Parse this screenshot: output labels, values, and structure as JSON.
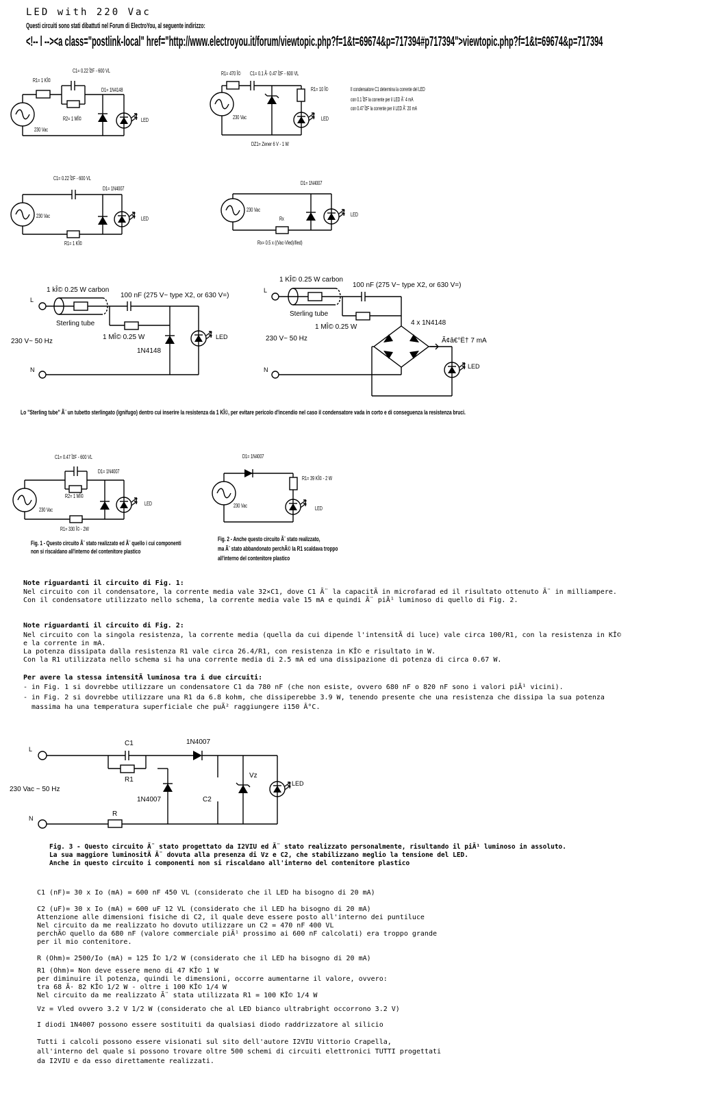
{
  "header": {
    "title": "LED with 220 Vac",
    "intro": "Questi circuiti sono stati dibattuti nel Forum di ElectroYou, al seguente indirizzo:",
    "link": "<!-- l --><a class=\"postlink-local\" href=\"http://www.electroyou.it/forum/viewtopic.php?f=1&t=69674&p=717394#p717394\">viewtopic.php?f=1&t=69674&p=717394"
  },
  "circuit1": {
    "c1": "C1= 0.22 ÎžF - 600 VL",
    "r1": "R1= 1 KÎ©",
    "d1": "D1= 1N4148",
    "r2": "R2= 1 MÎ©",
    "src": "230 Vac",
    "led": "LED"
  },
  "circuit2": {
    "r1": "R1= 470 Î©",
    "c1": "C1= 0.1 Ã· 0.47 ÎžF - 600 VL",
    "r1b": "R1= 10 Î©",
    "src": "230 Vac",
    "led": "LED",
    "dz": "DZ1= Zener 6 V - 1 W",
    "note1": "Il condensatore C1 determina la corrente del LED",
    "note2": "con 0.1 ÎžF la corrente per il LED Ã¨ 4 mA",
    "note3": "con 0.47 ÎžF la corrente per il LED Ã¨ 20 mA"
  },
  "circuit3": {
    "c1": "C1= 0.22 ÎžF - 600 VL",
    "d1": "D1= 1N4007",
    "src": "230 Vac",
    "led": "LED",
    "r1": "R1= 1 KÎ©"
  },
  "circuit4": {
    "d1": "D1= 1N4007",
    "src": "230 Vac",
    "rx": "Rx",
    "led": "LED",
    "formula": "Rx= 0.5 x ((Vac-Vled)/Iled)"
  },
  "circuit5": {
    "r": "1 kÎ©  0.25 W carbon",
    "c": "100 nF (275 V~ type X2, or 630 V=)",
    "L": "L",
    "tube": "Sterling tube",
    "src": "230 V~ 50 Hz",
    "rbig": "1 MÎ©  0.25 W",
    "d": "1N4148",
    "led": "LED",
    "N": "N"
  },
  "circuit6": {
    "r": "1 KÎ©  0.25 W carbon",
    "c": "100 nF (275 V~ type X2, or 630 V=)",
    "L": "L",
    "tube": "Sterling tube",
    "rbig": "1 MÎ©  0.25 W",
    "src": "230 V~ 50 Hz",
    "bridge": "4 x 1N4148",
    "current": "Ã¢â€°Ë† 7 mA",
    "led": "LED",
    "N": "N"
  },
  "sterling_note": "Lo \"Sterling tube\" Ã¨ un tubetto sterlingato (ignifugo) dentro cui inserire la resistenza da 1 KÎ©, per evitare pericolo d'incendio nel caso il condensatore vada in corto e di conseguenza la resistenza bruci.",
  "fig1": {
    "c1": "C1= 0.47 ÎžF - 600 VL",
    "d1": "D1= 1N4007",
    "r2": "R2= 1 MÎ©",
    "src": "230 Vac",
    "led": "LED",
    "r1": "R1= 330 Î© - 2W",
    "cap1": "Fig. 1 - Questo circuito Ã¨ stato realizzato ed Ã¨ quello i cui componenti",
    "cap2": "non si riscaldano all'interno del contenitore plastico"
  },
  "fig2": {
    "d1": "D1= 1N4007",
    "r1": "R1= 39 KÎ© - 2 W",
    "src": "230 Vac",
    "led": "LED",
    "cap1": "Fig. 2 - Anche questo circuito Ã¨ stato realizzato,",
    "cap2": "ma Ã¨ stato abbandonato perchÃ© la R1 scaldava troppo",
    "cap3": "all'interno del contenitore plastico"
  },
  "notes1": {
    "title": "Note riguardanti il circuito di Fig. 1:",
    "l1": "Nel circuito con il condensatore, la corrente media vale 32×C1, dove C1 Ã¨ la capacitÃ  in microfarad ed il risultato ottenuto Ã¨ in milliampere.",
    "l2": "Con il condensatore utilizzato nello schema, la corrente media vale 15 mA e quindi Ã¨ piÃ¹ luminoso di quello di Fig. 2."
  },
  "notes2": {
    "title": "Note riguardanti il circuito di Fig. 2:",
    "l1": "Nel circuito con la singola resistenza,  la corrente media (quella da cui dipende l'intensitÃ  di luce) vale circa 100/R1, con la resistenza in KÎ©",
    "l2": "e la corrente in mA.",
    "l3": "La potenza dissipata dalla resistenza R1 vale circa 26.4/R1, con resistenza in KÎ© e risultato in W.",
    "l4": "Con la R1 utilizzata nello schema si ha una corrente media di 2.5 mA ed una dissipazione di potenza di circa 0.67 W."
  },
  "notes3": {
    "title": "Per avere la stessa intensitÃ  luminosa tra i due circuiti:",
    "l1": "- in Fig. 1 si dovrebbe utilizzare un condensatore C1 da 780 nF (che non esiste, ovvero 680 nF o 820 nF sono i valori piÃ¹ vicini).",
    "l2": "- in Fig. 2 si dovrebbe utilizzare una R1 da 6.8 kohm, che dissiperebbe 3.9 W, tenendo presente che una resistenza che dissipa la sua potenza",
    "l3": "  massima ha una temperatura superficiale che puÃ² raggiungere i150 Â°C."
  },
  "fig3": {
    "c1": "C1",
    "d": "1N4007",
    "L": "L",
    "r1": "R1",
    "vz": "Vz",
    "led": "LED",
    "src": "230 Vac ~ 50 Hz",
    "d2": "1N4007",
    "c2": "C2",
    "N": "N",
    "r": "R",
    "cap1": "Fig. 3 - Questo circuito Ã¨ stato progettato da I2VIU ed Ã¨ stato realizzato personalmente, risultando il piÃ¹ luminoso in assoluto.",
    "cap2": "La sua maggiore luminositÃ  Ã¨ dovuta alla presenza di Vz e C2, che stabilizzano meglio la tensione del LED.",
    "cap3": "Anche in questo circuito i componenti non si riscaldano all'interno del contenitore plastico"
  },
  "calc": {
    "c1": "C1 (nF)= 30 x Io (mA) = 600 nF 450 VL (considerato che il LED ha bisogno di 20 mA)",
    "c2a": "C2 (uF)= 30 x Io (mA) = 600 uF 12 VL (considerato che il LED ha bisogno di 20 mA)",
    "c2b": "Attenzione alle dimensioni fisiche di C2, il quale deve essere posto all'interno dei puntiluce",
    "c2c": "Nel circuito da me realizzato ho dovuto utilizzare un C2 = 470 nF 400 VL",
    "c2d": "perchÃ© quello da 680 nF (valore commerciale piÃ¹ prossimo ai 600 nF calcolati) era troppo grande",
    "c2e": "per il mio contenitore.",
    "r": "R (Ohm)= 2500/Io (mA) = 125 Î©  1/2 W (considerato che il LED ha bisogno di 20 mA)",
    "r1a": "R1 (Ohm)= Non deve essere meno di 47 KÎ© 1 W",
    "r1b": "per diminuire il potenza, quindi le dimensioni, occorre aumentarne il valore, ovvero:",
    "r1c": "tra 68 Ã· 82 KÎ© 1/2 W - oltre i 100 KÎ© 1/4 W",
    "r1d": "Nel circuito da me realizzato Ã¨ stata utilizzata R1 = 100 KÎ© 1/4 W",
    "vz": "Vz = Vled ovvero 3.2 V   1/2 W (considerato che al LED bianco ultrabright occorrono 3.2 V)",
    "diodes": "I diodi 1N4007 possono essere sostituiti da qualsiasi diodo raddrizzatore al silicio",
    "f1": "Tutti i calcoli possono essere visionati sul sito dell'autore I2VIU Vittorio Crapella,",
    "f2": "all'interno del quale si possono trovare oltre 500 schemi di circuiti elettronici TUTTI progettati",
    "f3": "da I2VIU e da esso direttamente realizzati."
  }
}
